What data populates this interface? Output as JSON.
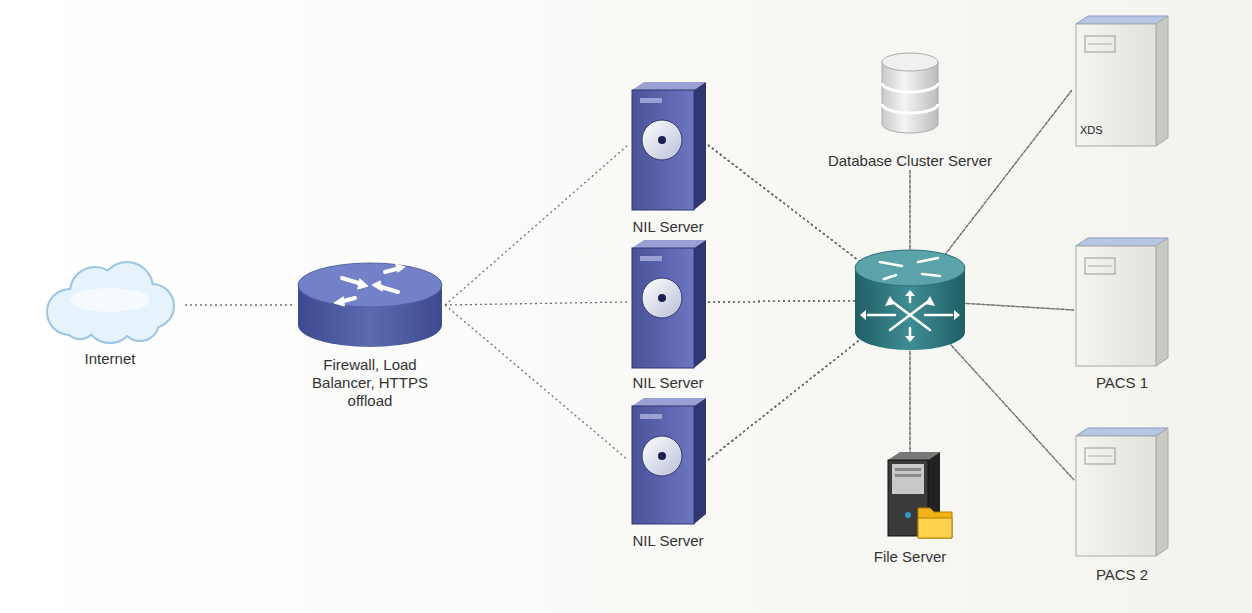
{
  "diagram": {
    "nodes": [
      {
        "text": [
          "Internet"
        ]
      },
      {
        "text": [
          "Firewall, Load Balancer, HTTPS offload"
        ]
      },
      {
        "text": [
          "NIL Server"
        ]
      },
      {
        "text": [
          "NIL Server"
        ]
      },
      {
        "text": [
          "NIL Server"
        ]
      },
      {
        "text": [
          "Database Cluster Server"
        ]
      },
      {
        "text": [
          "File Server"
        ]
      },
      {
        "text": [
          "XDS"
        ]
      },
      {
        "text": [
          "PACS 1"
        ]
      },
      {
        "text": [
          "PACS 2"
        ]
      }
    ],
    "edges": [
      {
        "from": 0,
        "to": 1,
        "arrow": "none"
      },
      {
        "from": 1,
        "to": 2,
        "arrow": "none"
      },
      {
        "from": 1,
        "to": 3,
        "arrow": "none"
      },
      {
        "from": 1,
        "to": 4,
        "arrow": "none"
      },
      {
        "from": 2,
        "to": 5,
        "arrow": "none"
      },
      {
        "from": 2,
        "to": 6,
        "arrow": "none"
      },
      {
        "from": 2,
        "to": 7,
        "arrow": "none"
      },
      {
        "from": 2,
        "to": 8,
        "arrow": "none"
      },
      {
        "from": 2,
        "to": 9,
        "arrow": "none"
      },
      {
        "from": 3,
        "to": 5,
        "arrow": "none"
      },
      {
        "from": 3,
        "to": 6,
        "arrow": "none"
      },
      {
        "from": 3,
        "to": 7,
        "arrow": "none"
      },
      {
        "from": 3,
        "to": 8,
        "arrow": "none"
      },
      {
        "from": 3,
        "to": 9,
        "arrow": "none"
      },
      {
        "from": 4,
        "to": 5,
        "arrow": "none"
      },
      {
        "from": 4,
        "to": 6,
        "arrow": "none"
      },
      {
        "from": 4,
        "to": 7,
        "arrow": "none"
      },
      {
        "from": 4,
        "to": 8,
        "arrow": "none"
      },
      {
        "from": 4,
        "to": 9,
        "arrow": "none"
      }
    ]
  }
}
